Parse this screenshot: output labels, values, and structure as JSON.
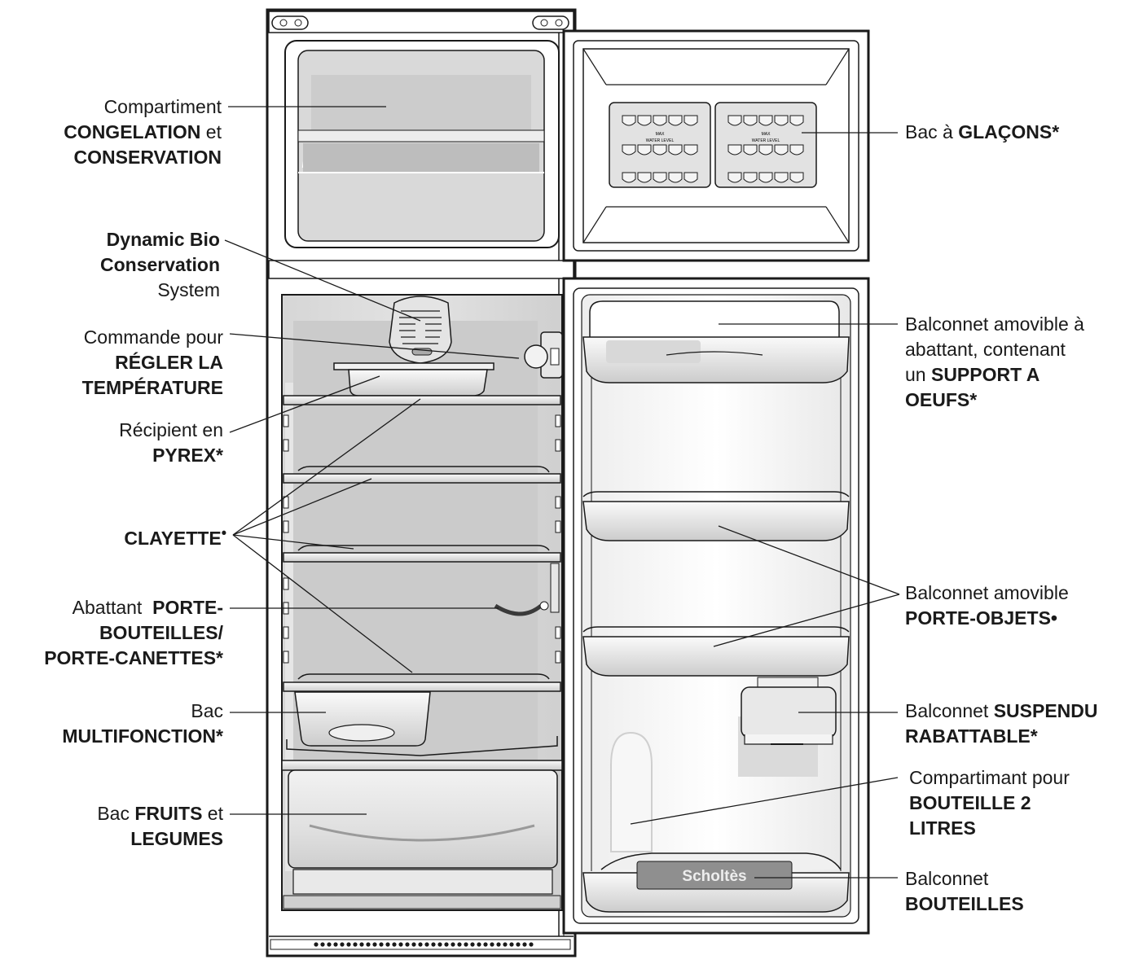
{
  "brand_logo": "Scholtès",
  "labels": {
    "congelation": {
      "l1": "Compartiment",
      "l2a": "CONGELATION",
      "l2b": " et",
      "l3": "CONSERVATION"
    },
    "dynamic": {
      "l1": "Dynamic Bio",
      "l2": "Conservation",
      "l3": "System"
    },
    "commande": {
      "l1": "Commande pour",
      "l2": "RÉGLER LA",
      "l3": "TEMPÉRATURE"
    },
    "pyrex": {
      "l1": "Récipient en",
      "l2": "PYREX*"
    },
    "clayette": {
      "text": "CLAYETTE",
      "mark": "•"
    },
    "abattant": {
      "l1a": "Abattant  ",
      "l1b": "PORTE-",
      "l2": "BOUTEILLES/",
      "l3": "PORTE-CANETTES*"
    },
    "multifonction": {
      "l1": "Bac",
      "l2": "MULTIFONCTION*"
    },
    "fruits": {
      "l1a": "Bac ",
      "l1b": "FRUITS",
      "l1c": " et",
      "l2": "LEGUMES"
    },
    "glacons": {
      "l1a": "Bac à ",
      "l1b": "GLAÇONS*"
    },
    "balconnet_oeufs": {
      "l1": "Balconnet amovible à",
      "l2": "abattant, contenant",
      "l3a": "un ",
      "l3b": "SUPPORT A",
      "l4": "OEUFS*"
    },
    "porte_objets": {
      "l1": "Balconnet amovible",
      "l2": "PORTE-OBJETS•"
    },
    "suspendu": {
      "l1a": "Balconnet ",
      "l1b": "SUSPENDU",
      "l2": "RABATTABLE*"
    },
    "bouteille2l": {
      "l1": "Compartimant pour",
      "l2": "BOUTEILLE 2",
      "l3": "LITRES"
    },
    "bouteilles": {
      "l1": "Balconnet",
      "l2": "BOUTEILLES"
    }
  },
  "ice_tray_text": {
    "max": "MAX",
    "water_level": "WATER LEVEL"
  },
  "colors": {
    "line": "#1a1a1a",
    "panel": "#d9d9d9",
    "shade": "#c6c6c6",
    "light": "#f1f1f1"
  }
}
